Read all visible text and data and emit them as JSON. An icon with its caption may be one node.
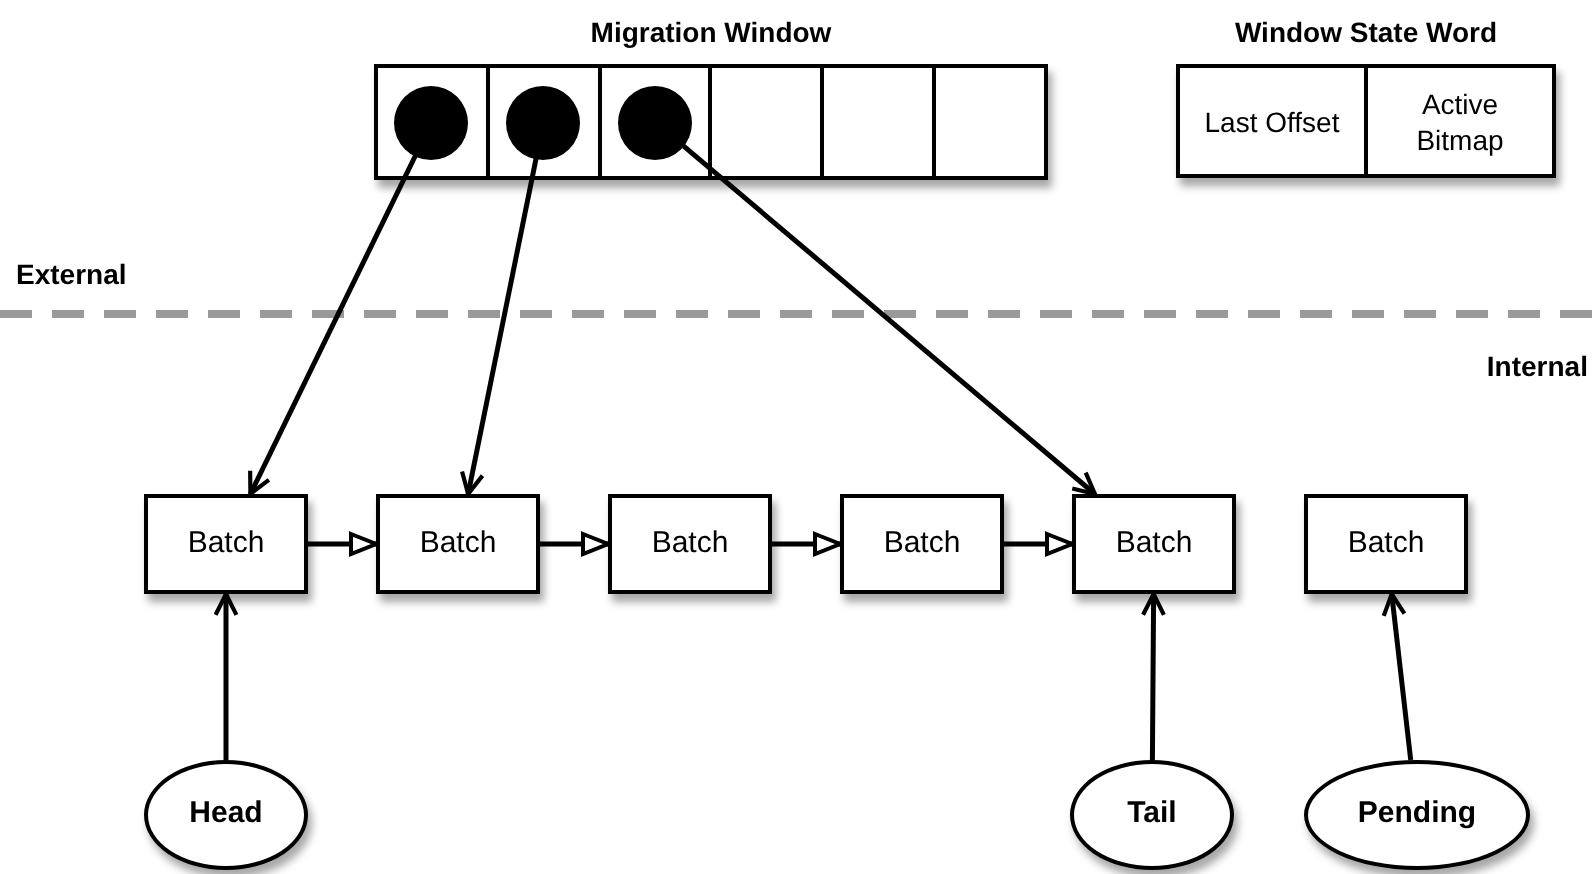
{
  "diagram": {
    "nodes": [
      {
        "text": [
          "Migration Window"
        ]
      },
      {
        "text": [],
        "shape": "box",
        "in": 0
      },
      {
        "text": [],
        "shape": "box",
        "in": 0
      },
      {
        "text": [],
        "shape": "box",
        "in": 0
      },
      {
        "text": [],
        "shape": "box",
        "in": 0
      },
      {
        "text": [],
        "shape": "box",
        "in": 0
      },
      {
        "text": [],
        "shape": "box",
        "in": 0
      },
      {
        "text": [],
        "shape": "circle",
        "in": 1
      },
      {
        "text": [],
        "shape": "circle",
        "in": 2
      },
      {
        "text": [],
        "shape": "circle",
        "in": 3
      },
      {
        "text": [
          "Window State Word"
        ]
      },
      {
        "text": [
          "Last Offset"
        ],
        "in": 10
      },
      {
        "text": [
          "Active Bitmap"
        ],
        "in": 10
      },
      {
        "text": [
          "Batch"
        ]
      },
      {
        "text": [
          "Batch"
        ]
      },
      {
        "text": [
          "Batch"
        ]
      },
      {
        "text": [
          "Batch"
        ]
      },
      {
        "text": [
          "Batch"
        ]
      },
      {
        "text": [
          "Batch"
        ]
      },
      {
        "text": [
          "Head"
        ]
      },
      {
        "text": [
          "Tail"
        ]
      },
      {
        "text": [
          "Pending"
        ]
      }
    ],
    "edges": [
      {
        "from": 7,
        "to": 13,
        "arrow": "to"
      },
      {
        "from": 8,
        "to": 14,
        "arrow": "to"
      },
      {
        "from": 9,
        "to": 17,
        "arrow": "to"
      },
      {
        "from": 13,
        "to": 14,
        "arrow": "to"
      },
      {
        "from": 14,
        "to": 15,
        "arrow": "to"
      },
      {
        "from": 15,
        "to": 16,
        "arrow": "to"
      },
      {
        "from": 16,
        "to": 17,
        "arrow": "to"
      },
      {
        "from": 19,
        "to": 13,
        "arrow": "to"
      },
      {
        "from": 20,
        "to": 17,
        "arrow": "to"
      },
      {
        "from": 21,
        "to": 18,
        "arrow": "to"
      }
    ],
    "labels": [
      "External",
      "Internal"
    ]
  }
}
